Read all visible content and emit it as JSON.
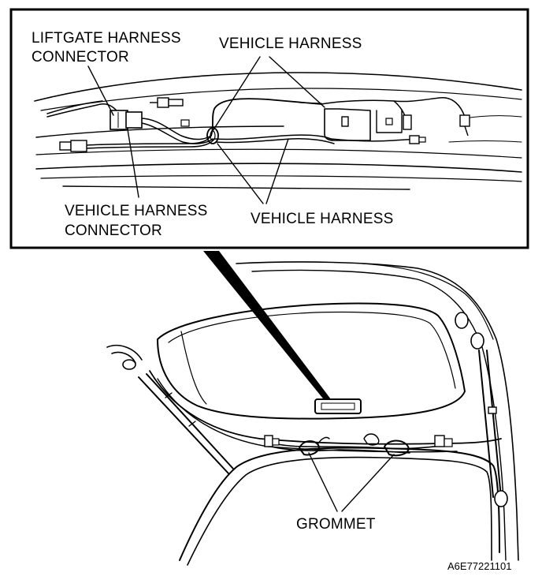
{
  "labels": {
    "liftgate_connector_line1": "LIFTGATE HARNESS",
    "liftgate_connector_line2": "CONNECTOR",
    "vehicle_harness_top": "VEHICLE HARNESS",
    "vehicle_connector_line1": "VEHICLE HARNESS",
    "vehicle_connector_line2": "CONNECTOR",
    "vehicle_harness_bottom": "VEHICLE HARNESS",
    "grommet": "GROMMET"
  },
  "figure_code": "A6E77221101"
}
